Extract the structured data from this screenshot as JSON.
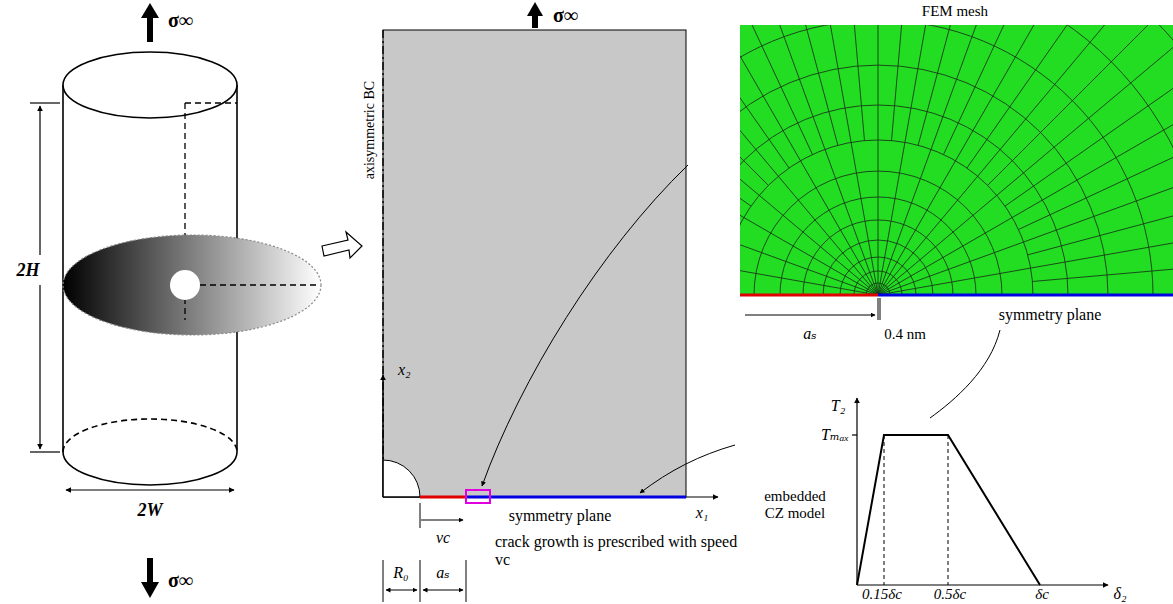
{
  "diagram": {
    "labels": [
      "σ∞",
      "σ∞",
      "2H",
      "2W",
      "σ∞",
      "axisymmetric BC",
      "x₂",
      "x₁",
      "vc",
      "symmetry plane",
      "crack growth is prescribed with speed vc",
      "R₀",
      "aₛ",
      "FEM mesh",
      "aₛ",
      "0.4 nm",
      "symmetry plane",
      "T₂",
      "Tₘₐₓ",
      "embedded CZ model",
      "0.15δc",
      "0.5δc",
      "δc",
      "δ₂"
    ]
  }
}
